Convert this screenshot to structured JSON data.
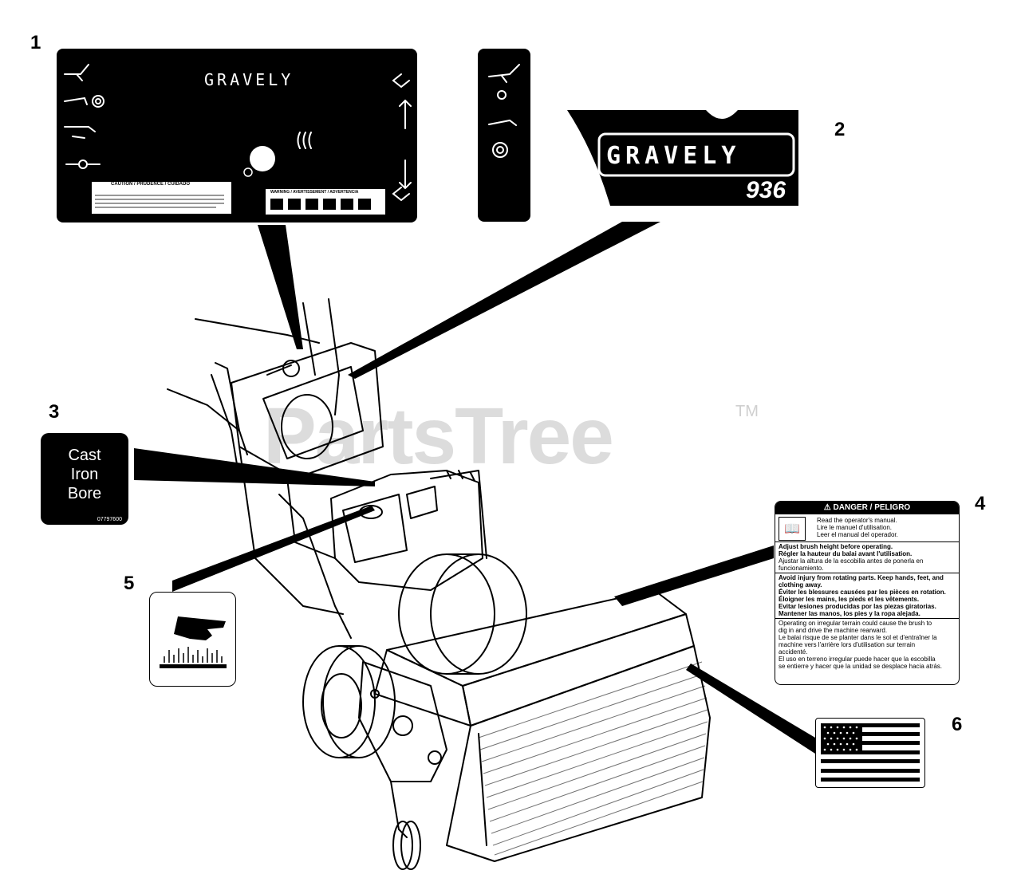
{
  "callouts": [
    "1",
    "2",
    "3",
    "4",
    "5",
    "6"
  ],
  "decal1": {
    "brand": "GRAVELY",
    "caution_title": "CAUTION / PRUDENCE / CUIDADO",
    "warning_title": "WARNING / AVERTISSEMENT / ADVERTENCIA"
  },
  "decal2": {
    "brand": "GRAVELY",
    "model": "936"
  },
  "decal3": {
    "lines": [
      "Cast",
      "Iron",
      "Bore"
    ],
    "part_number": "07797600"
  },
  "decal4": {
    "title": "DANGER / PELIGRO",
    "manual": [
      "Read the operator's manual.",
      "Lire le manuel d'utilisation.",
      "Leer el manual del operador."
    ],
    "adjust": [
      "Adjust brush height before operating.",
      "Régler la hauteur du balai avant l'utilisation.",
      "Ajustar la altura de la escobilla antes de ponerla en",
      "funcionamiento."
    ],
    "rotating": [
      "Avoid injury from rotating parts. Keep hands, feet, and",
      "clothing away.",
      "Éviter les blessures causées par les pièces en rotation.",
      "Éloigner les mains, les pieds et les vêtements.",
      "Evitar lesiones producidas por las piezas giratorias.",
      "Mantener las manos, los pies y la ropa alejada."
    ],
    "terrain": [
      "Operating on irregular terrain could cause the brush to",
      "dig in and drive the machine rearward.",
      "Le balai risque de se planter dans le sol et d'entraîner la",
      "machine vers l'arrière lors d'utilisation sur terrain",
      "accidenté.",
      "El uso en terreno irregular puede hacer que la escobilla",
      "se entierre y hacer que la unidad se desplace hacia atrás."
    ]
  },
  "watermark": {
    "text": "PartsTree",
    "tm": "TM"
  },
  "colors": {
    "ink": "#000000",
    "paper": "#ffffff",
    "watermark": "#d9d9d9"
  }
}
